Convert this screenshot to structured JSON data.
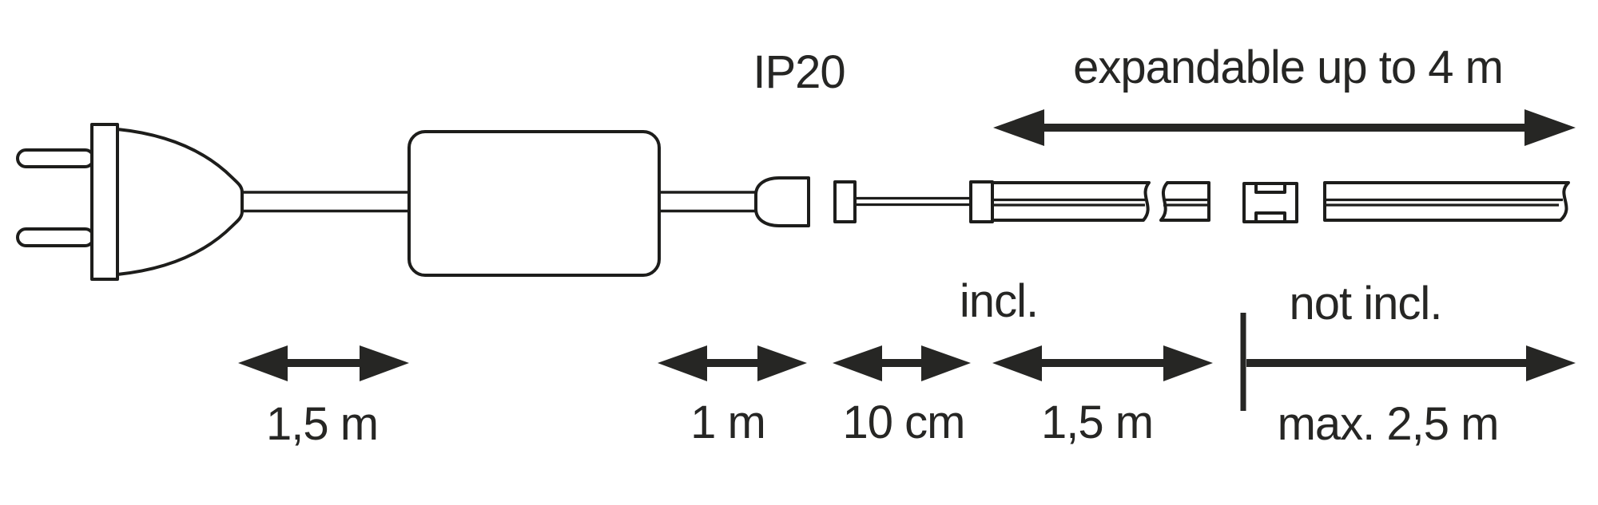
{
  "colors": {
    "ink": "#1d1d1b",
    "arrow": "#262624",
    "background": "#ffffff"
  },
  "labels": {
    "ip_rating": "IP20",
    "expandable": "expandable up to 4 m",
    "included": "incl.",
    "not_included": "not incl.",
    "plug_cable_length": "1,5 m",
    "driver_cable_length": "1 m",
    "connector_cable_length": "10 cm",
    "included_strip_length": "1,5 m",
    "extension_max_length": "max. 2,5 m"
  }
}
